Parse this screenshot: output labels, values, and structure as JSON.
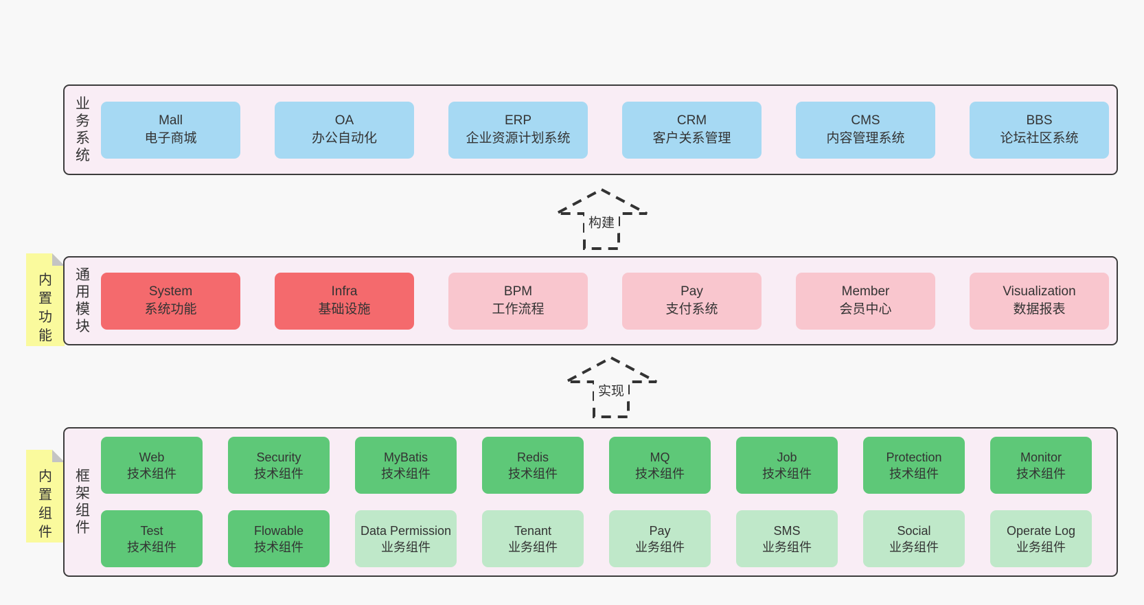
{
  "colors": {
    "page_bg": "#f8f8f8",
    "panel_bg": "#f9edf5",
    "panel_border": "#3c3c3c",
    "blue": "#a6d9f3",
    "red": "#f46a6d",
    "pink": "#f9c6ce",
    "green": "#5ec878",
    "green_light": "#bfe8c9",
    "yellow": "#fafa9d",
    "fold": "#c4c4c4",
    "text": "#333333"
  },
  "arrows": [
    {
      "label": "构建"
    },
    {
      "label": "实现"
    }
  ],
  "sections": [
    {
      "label": "业务系统",
      "sticky": null,
      "rows": [
        [
          {
            "title": "Mall",
            "subtitle": "电子商城",
            "color": "blue"
          },
          {
            "title": "OA",
            "subtitle": "办公自动化",
            "color": "blue"
          },
          {
            "title": "ERP",
            "subtitle": "企业资源计划系统",
            "color": "blue"
          },
          {
            "title": "CRM",
            "subtitle": "客户关系管理",
            "color": "blue"
          },
          {
            "title": "CMS",
            "subtitle": "内容管理系统",
            "color": "blue"
          },
          {
            "title": "BBS",
            "subtitle": "论坛社区系统",
            "color": "blue"
          }
        ]
      ]
    },
    {
      "label": "通用模块",
      "sticky": "内置功能",
      "rows": [
        [
          {
            "title": "System",
            "subtitle": "系统功能",
            "color": "red"
          },
          {
            "title": "Infra",
            "subtitle": "基础设施",
            "color": "red"
          },
          {
            "title": "BPM",
            "subtitle": "工作流程",
            "color": "pink"
          },
          {
            "title": "Pay",
            "subtitle": "支付系统",
            "color": "pink"
          },
          {
            "title": "Member",
            "subtitle": "会员中心",
            "color": "pink"
          },
          {
            "title": "Visualization",
            "subtitle": "数据报表",
            "color": "pink"
          }
        ]
      ]
    },
    {
      "label": "框架组件",
      "sticky": "内置组件",
      "rows": [
        [
          {
            "title": "Web",
            "subtitle": "技术组件",
            "color": "green"
          },
          {
            "title": "Security",
            "subtitle": "技术组件",
            "color": "green"
          },
          {
            "title": "MyBatis",
            "subtitle": "技术组件",
            "color": "green"
          },
          {
            "title": "Redis",
            "subtitle": "技术组件",
            "color": "green"
          },
          {
            "title": "MQ",
            "subtitle": "技术组件",
            "color": "green"
          },
          {
            "title": "Job",
            "subtitle": "技术组件",
            "color": "green"
          },
          {
            "title": "Protection",
            "subtitle": "技术组件",
            "color": "green"
          },
          {
            "title": "Monitor",
            "subtitle": "技术组件",
            "color": "green"
          }
        ],
        [
          {
            "title": "Test",
            "subtitle": "技术组件",
            "color": "green"
          },
          {
            "title": "Flowable",
            "subtitle": "技术组件",
            "color": "green"
          },
          {
            "title": "Data Permission",
            "subtitle": "业务组件",
            "color": "green_light"
          },
          {
            "title": "Tenant",
            "subtitle": "业务组件",
            "color": "green_light"
          },
          {
            "title": "Pay",
            "subtitle": "业务组件",
            "color": "green_light"
          },
          {
            "title": "SMS",
            "subtitle": "业务组件",
            "color": "green_light"
          },
          {
            "title": "Social",
            "subtitle": "业务组件",
            "color": "green_light"
          },
          {
            "title": "Operate Log",
            "subtitle": "业务组件",
            "color": "green_light"
          }
        ]
      ]
    }
  ]
}
